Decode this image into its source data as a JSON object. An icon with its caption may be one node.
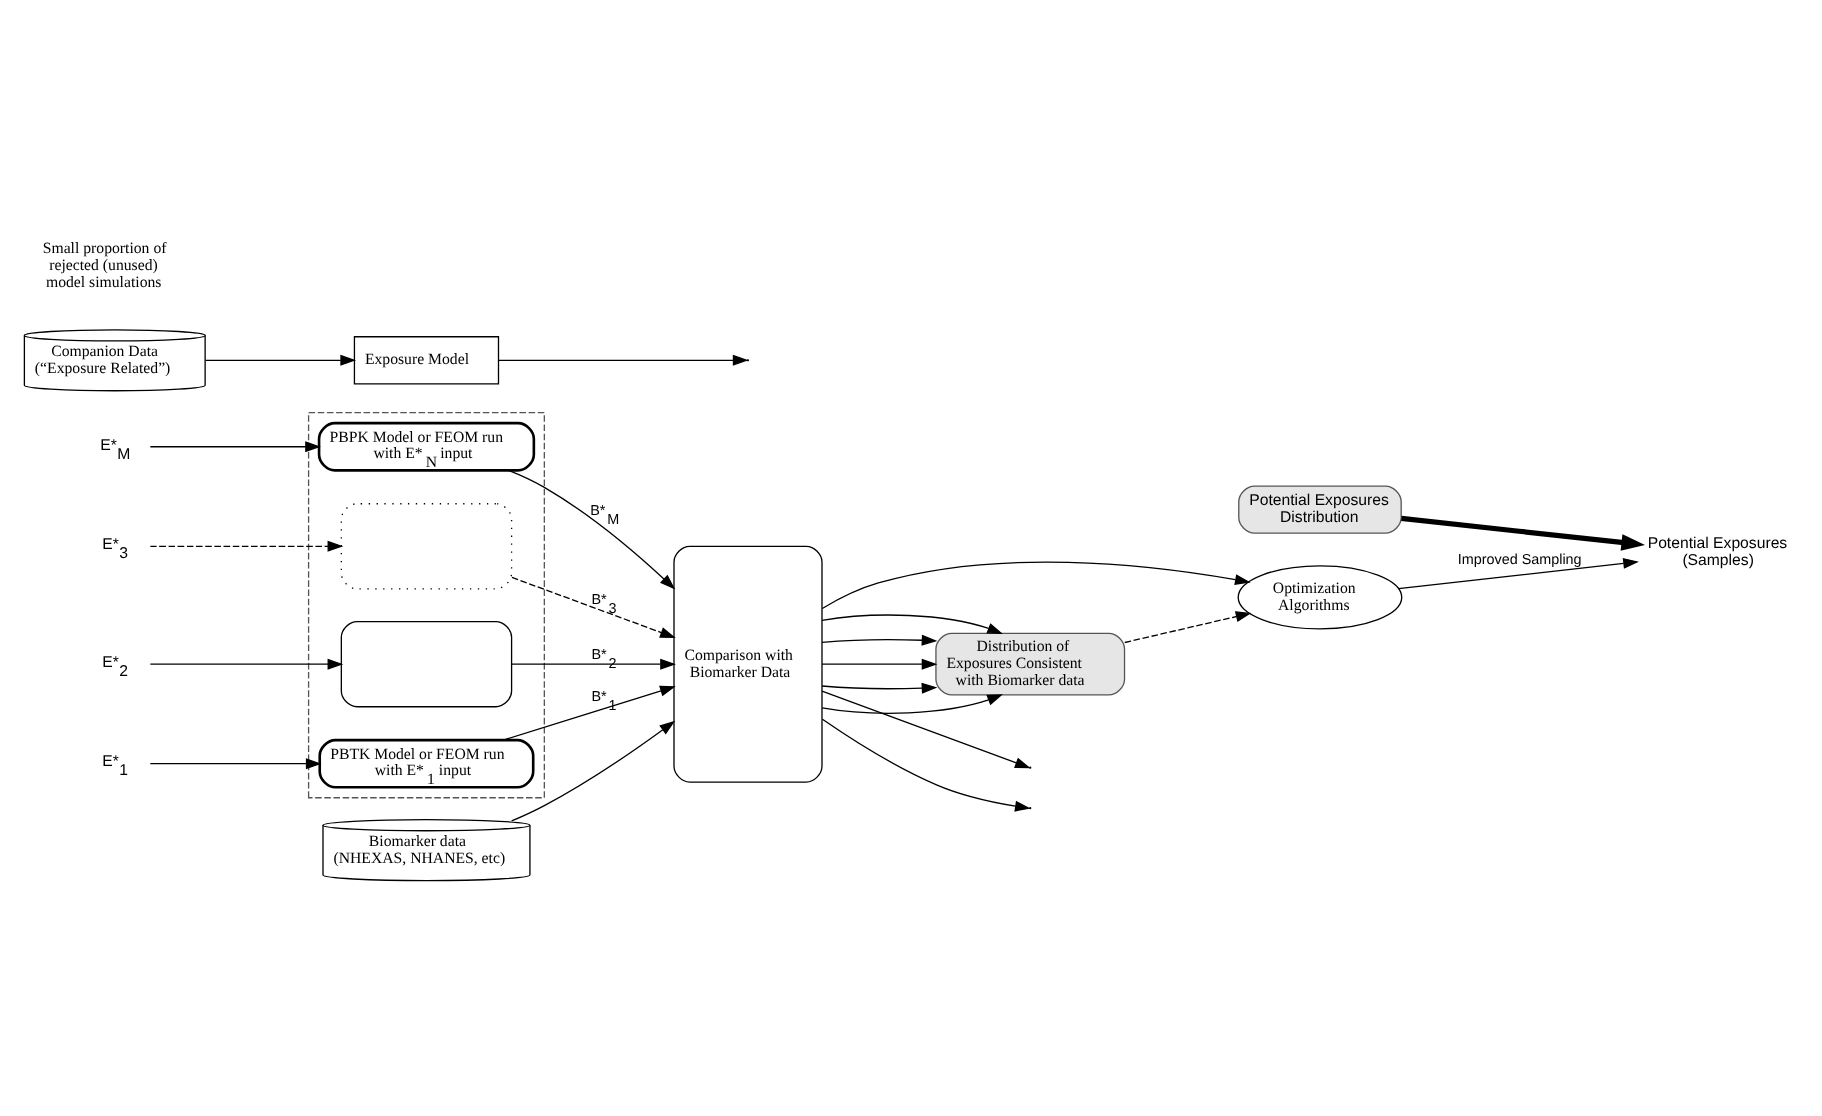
{
  "diagram": {
    "nodes": [
      {
        "text": [
          "Potential Exposures Distribution"
        ]
      },
      {
        "text": [
          "Potential Exposures (Samples)"
        ]
      },
      {
        "text": [
          "E*$_{M}$"
        ]
      },
      {
        "text": [
          "E*$_{3}$"
        ]
      },
      {
        "text": [
          "E*$_{2}$"
        ]
      },
      {
        "text": [
          "E*$_{1}$"
        ]
      },
      {
        "text": [],
        "shape": "box"
      },
      {
        "text": [
          "PBPK Model or FEOM run with E*$_{N}$ input"
        ],
        "in": 6
      },
      {
        "text": [],
        "shape": "box",
        "in": 6
      },
      {
        "text": [],
        "shape": "box",
        "in": 6
      },
      {
        "text": [
          "PBTK Model or FEOM run with E*$_{1}$ input"
        ],
        "in": 6
      },
      {
        "text": [
          "Optimization Algorithms"
        ]
      },
      {
        "text": [
          "Comparison with Biomarker Data"
        ]
      },
      {
        "text": [
          "Distribution of Exposures Consistent with Biomarker data"
        ]
      },
      {
        "text": [
          "Biomarker data (NHEXAS, NHANES, etc)"
        ]
      },
      {
        "text": [
          "Exposure Model"
        ]
      },
      {
        "text": [
          "Companion Data (“Exposure Related”)"
        ]
      }
    ],
    "edges": [
      {
        "from": 0,
        "to": 1,
        "arrow": "to",
        "style": "thick"
      },
      {
        "from": 11,
        "to": 1,
        "arrow": "to",
        "label": "Improved Sampling"
      },
      {
        "from": 2,
        "to": 7,
        "arrow": "to"
      },
      {
        "from": 3,
        "to": 8,
        "arrow": "to",
        "style": "dashed"
      },
      {
        "from": 4,
        "to": 9,
        "arrow": "to"
      },
      {
        "from": 5,
        "to": 10,
        "arrow": "to"
      },
      {
        "from": 7,
        "to": 12,
        "arrow": "to",
        "label": "B*$_{M}$"
      },
      {
        "from": 8,
        "to": 12,
        "arrow": "to",
        "label": "B*$_{3}$",
        "style": "dashed"
      },
      {
        "from": 9,
        "to": 12,
        "arrow": "to",
        "label": "B*$_{2}$"
      },
      {
        "from": 10,
        "to": 12,
        "arrow": "to",
        "label": "B*$_{1}$"
      },
      {
        "from": 12,
        "to": 11,
        "arrow": "to"
      },
      {
        "from": 12,
        "to": 13,
        "arrow": "to"
      },
      {
        "from": 12,
        "to": 13,
        "arrow": "to"
      },
      {
        "from": 12,
        "to": 13,
        "arrow": "to"
      },
      {
        "from": 12,
        "to": 13,
        "arrow": "to"
      },
      {
        "from": 12,
        "to": 13,
        "arrow": "to"
      },
      {
        "from": 13,
        "to": 11,
        "arrow": "to",
        "style": "dashed"
      },
      {
        "from": 12,
        "to": null,
        "arrow": "to"
      },
      {
        "from": 12,
        "to": null,
        "arrow": "to"
      },
      {
        "from": 14,
        "to": 12,
        "arrow": "to"
      },
      {
        "from": 16,
        "to": 15,
        "arrow": "to"
      },
      {
        "from": 15,
        "to": null,
        "arrow": "to"
      }
    ],
    "labels": [
      "Small proportion of rejected (unused) model simulations"
    ]
  }
}
